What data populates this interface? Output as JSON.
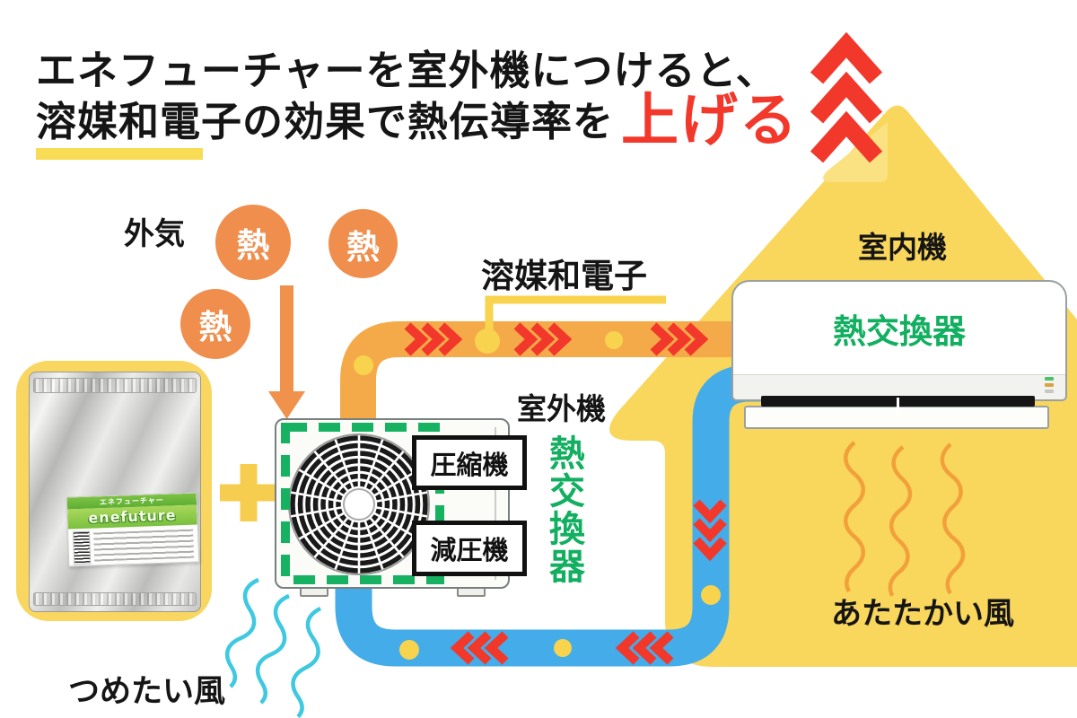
{
  "title": {
    "line1": "エネフューチャーを室外機につけると、",
    "line2_black": "溶媒和電子の効果で熱伝導率を",
    "line2_red": "上げる"
  },
  "labels": {
    "outside_air": "外気",
    "heat": "熱",
    "solvated_electron": "溶媒和電子",
    "indoor_unit": "室内機",
    "indoor_heat_exchanger": "熱交換器",
    "outdoor_unit": "室外機",
    "outdoor_heat_exchanger": "熱交換器",
    "compressor": "圧縮機",
    "pressure_reducer": "減圧機",
    "cold_wind": "つめたい風",
    "warm_wind": "あたたかい風"
  },
  "package": {
    "brand_katakana": "エネフューチャー",
    "brand_logo": "enefuture"
  },
  "colors": {
    "accent_red": "#F2372B",
    "house_yellow": "#F9D65C",
    "house_highlight": "#FAE282",
    "accent_yellow": "#F8D34E",
    "pipe_orange": "#F5AA4A",
    "heat_orange": "#EF8E4D",
    "pipe_blue": "#43ACE9",
    "green": "#12AF60",
    "cold_cyan": "#3EC9E0",
    "warm_wave_orange": "#F2A03C"
  }
}
